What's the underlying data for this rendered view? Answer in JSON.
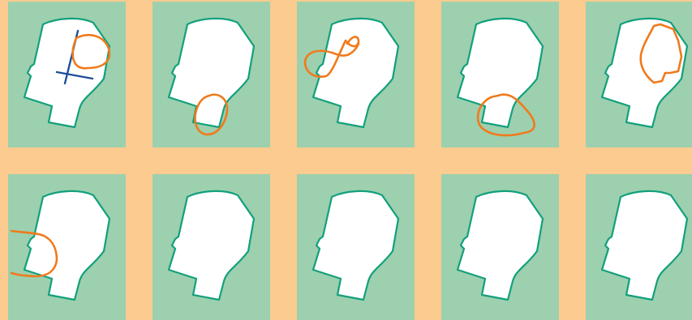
{
  "colors": {
    "background": "#fbcb8f",
    "tile": "#9dd0ae",
    "outline": "#12a07c",
    "marking": "#f07a1c",
    "axis": "#1f4f9a"
  },
  "tiles": [
    {
      "icon": "head-silhouette",
      "marking": "loop-upper-head",
      "axes": true
    },
    {
      "icon": "head-silhouette",
      "marking": "loop-lower-jaw",
      "axes": false
    },
    {
      "icon": "head-silhouette",
      "marking": "loop-forehead-left",
      "axes": false
    },
    {
      "icon": "head-silhouette",
      "marking": "loop-chin",
      "axes": false
    },
    {
      "icon": "head-silhouette",
      "marking": "outline-top-right",
      "axes": false
    },
    {
      "icon": "head-silhouette",
      "marking": "loop-left-edge",
      "axes": false
    },
    {
      "icon": "head-silhouette",
      "marking": "none",
      "axes": false
    },
    {
      "icon": "head-silhouette",
      "marking": "none",
      "axes": false
    },
    {
      "icon": "head-silhouette",
      "marking": "none",
      "axes": false
    },
    {
      "icon": "head-silhouette",
      "marking": "none",
      "axes": false
    }
  ]
}
